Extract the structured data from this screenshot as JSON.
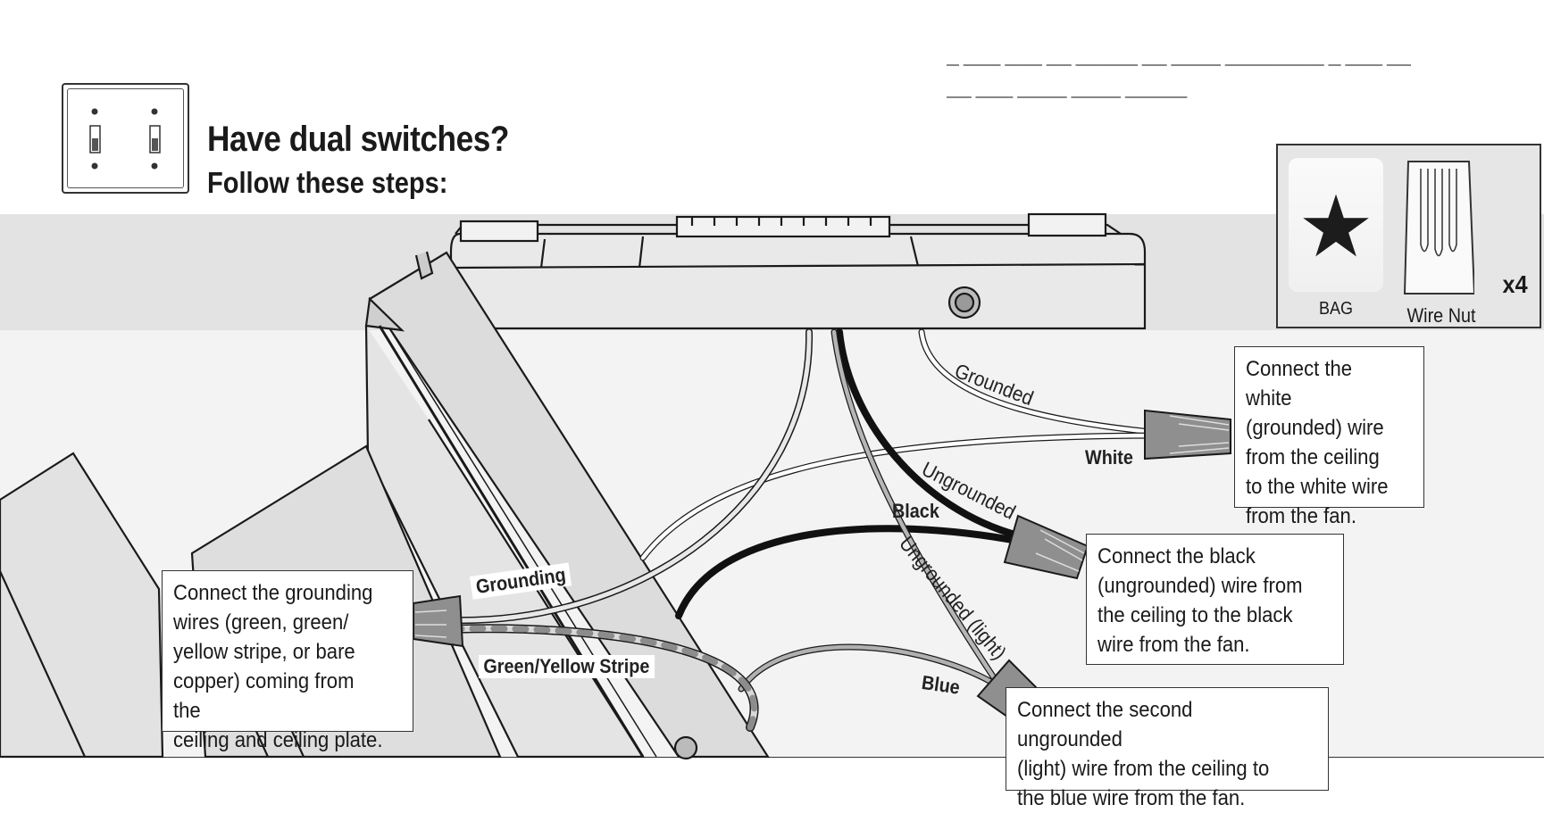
{
  "header": {
    "title": "Have dual switches?",
    "subtitle": "Follow these steps:"
  },
  "parts": {
    "bag_label": "BAG",
    "bag_icon": "star-icon",
    "nut_label": "Wire Nut",
    "quantity": "x4"
  },
  "wire_labels": {
    "grounded": "Grounded",
    "white": "White",
    "ungrounded": "Ungrounded",
    "black": "Black",
    "ungrounded_light": "Ungrounded (light)",
    "blue": "Blue",
    "grounding": "Grounding",
    "green_yellow": "Green/Yellow Stripe"
  },
  "callouts": {
    "white": "Connect the white\n(grounded) wire\nfrom the ceiling\nto the white wire\nfrom the fan.",
    "black": "Connect the black\n(ungrounded) wire from\nthe ceiling to the black\nwire from the fan.",
    "blue": "Connect the second ungrounded\n(light) wire from the ceiling to\nthe blue wire from the fan.",
    "ground": "Connect the  grounding\nwires (green, green/\nyellow stripe, or bare\ncopper) coming from the\nceiling and ceiling plate."
  },
  "colors": {
    "band_top": "#e3e3e3",
    "band_bottom": "#f3f3f3",
    "line": "#1a1a1a",
    "wire_nut": "#8f8f8f"
  }
}
